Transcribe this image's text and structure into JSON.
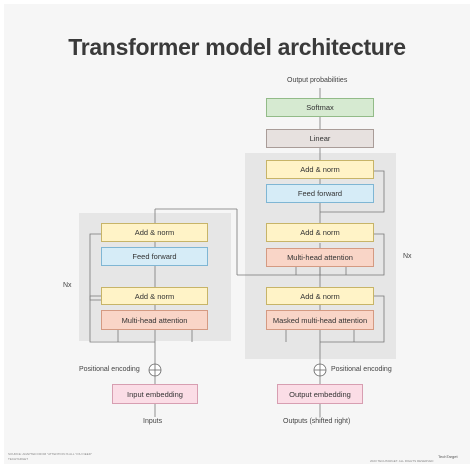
{
  "title": "Transformer model architecture",
  "encoder": {
    "repeat_label": "Nx",
    "blocks": [
      "Add & norm",
      "Feed forward",
      "Add & norm",
      "Multi-head attention"
    ],
    "positional_label": "Positional encoding",
    "embedding_label": "Input embedding",
    "input_label": "Inputs"
  },
  "decoder": {
    "repeat_label": "Nx",
    "output_label": "Output probabilities",
    "softmax_label": "Softmax",
    "linear_label": "Linear",
    "blocks": [
      "Add & norm",
      "Feed forward",
      "Add & norm",
      "Multi-head attention",
      "Add & norm",
      "Masked multi-head attention"
    ],
    "positional_label": "Positional encoding",
    "embedding_label": "Output embedding",
    "input_label": "Outputs (shifted right)"
  },
  "footer": {
    "credit_left_1": "SOURCE: ADAPTED FROM \"ATTENTION IS ALL YOU NEED\"",
    "credit_left_2": "TECHTARGET",
    "copyright": "2023 TECHTARGET. ALL RIGHTS RESERVED",
    "logo": "TechTarget"
  },
  "colors": {
    "add_norm": "#fff3c7",
    "feed_forward": "#d6ecf7",
    "attention": "#f9d5c7",
    "embedding": "#fbdde6",
    "softmax": "#d6ead1",
    "linear": "#e7e1df"
  }
}
